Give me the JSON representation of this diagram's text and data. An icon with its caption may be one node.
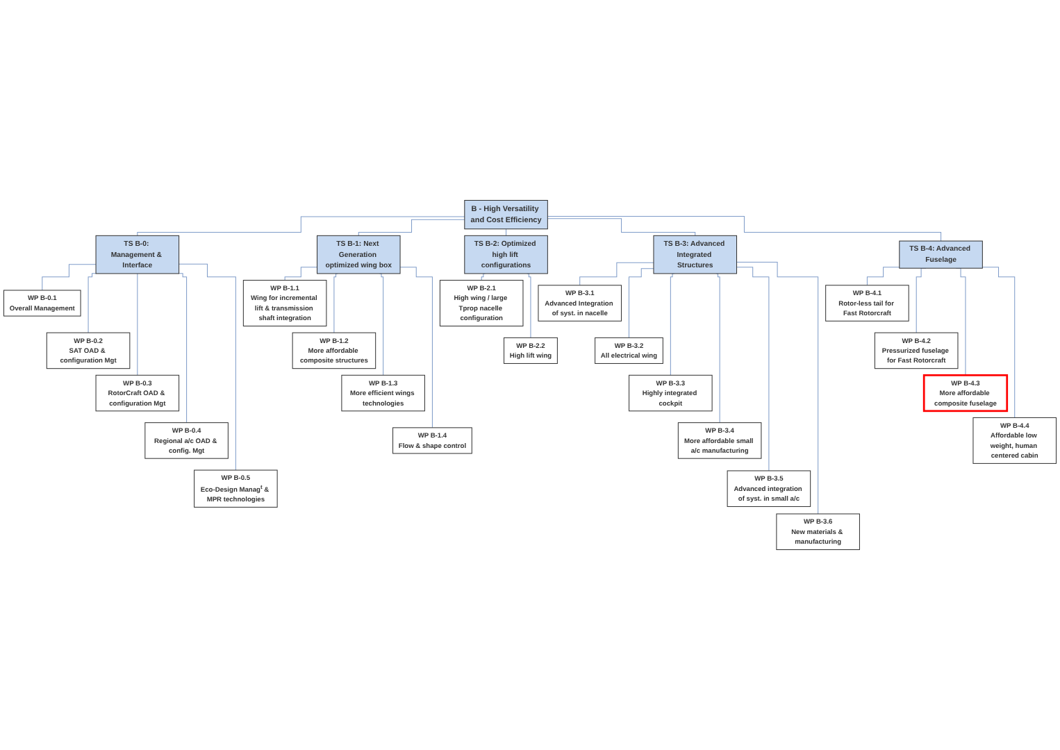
{
  "diagram": {
    "nodes": [
      {
        "text": [
          "B - High Versatility and Cost Efficiency"
        ]
      },
      {
        "text": [
          "TS B-0: Management & Interface"
        ]
      },
      {
        "text": [
          "TS B-1: Next Generation optimized wing box"
        ]
      },
      {
        "text": [
          "TS B-2: Optimized high lift configurations"
        ]
      },
      {
        "text": [
          "TS B-3: Advanced Integrated Structures"
        ]
      },
      {
        "text": [
          "TS B-4: Advanced Fuselage"
        ]
      },
      {
        "text": [
          "WP B-0.1",
          "Overall Management"
        ]
      },
      {
        "text": [
          "WP B-0.2",
          "SAT OAD & configuration Mgt"
        ]
      },
      {
        "text": [
          "WP B-0.3",
          "RotorCraft OAD & configuration Mgt"
        ]
      },
      {
        "text": [
          "WP B-0.4",
          "Regional a/c OAD & config. Mgt"
        ]
      },
      {
        "text": [
          "WP B-0.5",
          "Eco-Design Manag$^{t}$ & MPR technologies"
        ]
      },
      {
        "text": [
          "WP B-1.1",
          "Wing for incremental lift & transmission shaft integration"
        ]
      },
      {
        "text": [
          "WP B-1.2",
          "More affordable composite structures"
        ]
      },
      {
        "text": [
          "WP B-1.3",
          "More efficient wings technologies"
        ]
      },
      {
        "text": [
          "WP B-1.4",
          "Flow & shape control"
        ]
      },
      {
        "text": [
          "WP B-2.1",
          "High wing / large Tprop nacelle configuration"
        ]
      },
      {
        "text": [
          "WP B-2.2",
          "High lift wing"
        ]
      },
      {
        "text": [
          "WP B-3.1",
          "Advanced Integration of syst. in nacelle"
        ]
      },
      {
        "text": [
          "WP B-3.2",
          "All electrical wing"
        ]
      },
      {
        "text": [
          "WP B-3.3",
          "Highly integrated cockpit"
        ]
      },
      {
        "text": [
          "WP B-3.4",
          "More affordable small a/c manufacturing"
        ]
      },
      {
        "text": [
          "WP B-3.5",
          "Advanced integration of syst. in small a/c"
        ]
      },
      {
        "text": [
          "WP B-3.6",
          "New materials & manufacturing"
        ]
      },
      {
        "text": [
          "WP B-4.1",
          "Rotor-less tail for Fast Rotorcraft"
        ]
      },
      {
        "text": [
          "WP B-4.2",
          "Pressurized fuselage for Fast Rotorcraft"
        ]
      },
      {
        "text": [
          "WP B-4.3",
          "More affordable composite fuselage"
        ]
      },
      {
        "text": [
          "WP B-4.4",
          "Affordable low weight, human centered cabin"
        ]
      }
    ],
    "edges": [
      {
        "from": 0,
        "to": 1,
        "arrow": "none"
      },
      {
        "from": 0,
        "to": 2,
        "arrow": "none"
      },
      {
        "from": 0,
        "to": 3,
        "arrow": "none"
      },
      {
        "from": 0,
        "to": 4,
        "arrow": "none"
      },
      {
        "from": 0,
        "to": 5,
        "arrow": "none"
      },
      {
        "from": 1,
        "to": 6,
        "arrow": "none"
      },
      {
        "from": 1,
        "to": 7,
        "arrow": "none"
      },
      {
        "from": 1,
        "to": 8,
        "arrow": "none"
      },
      {
        "from": 1,
        "to": 9,
        "arrow": "none"
      },
      {
        "from": 1,
        "to": 10,
        "arrow": "none"
      },
      {
        "from": 2,
        "to": 11,
        "arrow": "none"
      },
      {
        "from": 2,
        "to": 12,
        "arrow": "none"
      },
      {
        "from": 2,
        "to": 13,
        "arrow": "none"
      },
      {
        "from": 2,
        "to": 14,
        "arrow": "none"
      },
      {
        "from": 3,
        "to": 15,
        "arrow": "none"
      },
      {
        "from": 3,
        "to": 16,
        "arrow": "none"
      },
      {
        "from": 4,
        "to": 17,
        "arrow": "none"
      },
      {
        "from": 4,
        "to": 18,
        "arrow": "none"
      },
      {
        "from": 4,
        "to": 19,
        "arrow": "none"
      },
      {
        "from": 4,
        "to": 20,
        "arrow": "none"
      },
      {
        "from": 4,
        "to": 21,
        "arrow": "none"
      },
      {
        "from": 4,
        "to": 22,
        "arrow": "none"
      },
      {
        "from": 5,
        "to": 23,
        "arrow": "none"
      },
      {
        "from": 5,
        "to": 24,
        "arrow": "none"
      },
      {
        "from": 5,
        "to": 25,
        "arrow": "none"
      },
      {
        "from": 5,
        "to": 26,
        "arrow": "none"
      }
    ]
  }
}
